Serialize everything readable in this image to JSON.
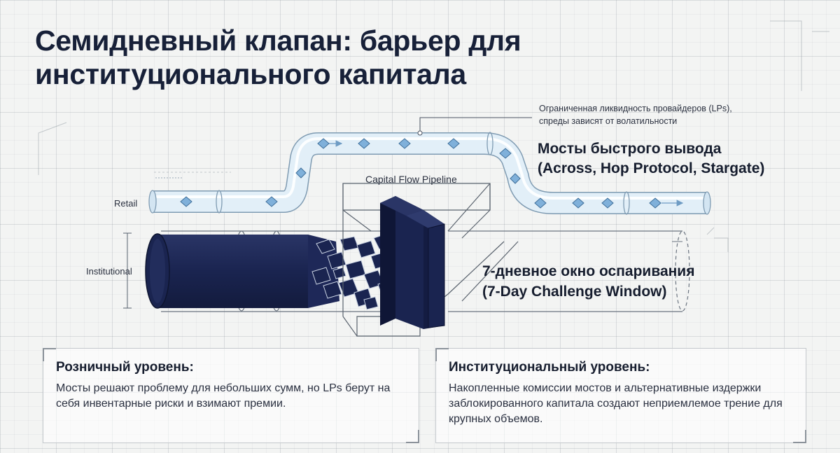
{
  "title": {
    "line1": "Семидневный клапан: барьер для",
    "line2": "институционального капитала"
  },
  "diagram": {
    "retail_label": "Retail",
    "institutional_label": "Institutional",
    "pipeline_label": "Capital Flow Pipeline",
    "lp_note": {
      "line1": "Ограниченная ликвидность провайдеров (LPs),",
      "line2": "спреды зависят от волатильности"
    },
    "fast_bridges": {
      "line1": "Мосты быстрого вывода",
      "line2": "(Across, Hop Protocol, Stargate)"
    },
    "challenge_window": {
      "line1": "7-дневное окно оспаривания",
      "line2": "(7-Day Challenge Window)"
    }
  },
  "cards": {
    "retail": {
      "heading": "Розничный уровень:",
      "body": "Мосты решают проблему для небольших сумм, но LPs берут на себя инвентарные риски и взимают премии."
    },
    "institutional": {
      "heading": "Институциональный уровень:",
      "body": "Накопленные комиссии мостов и альтернативные издержки заблокированного капитала создают неприемлемое трение для крупных объемов."
    }
  },
  "colors": {
    "navy": "#1a2450",
    "pipe_light": "#dcecf6",
    "pipe_stroke": "#7f9bb2",
    "token": "#6fa4d0",
    "text": "#161d2e"
  },
  "icons": [
    "token-diamond-icon",
    "corner-bracket-icon"
  ]
}
